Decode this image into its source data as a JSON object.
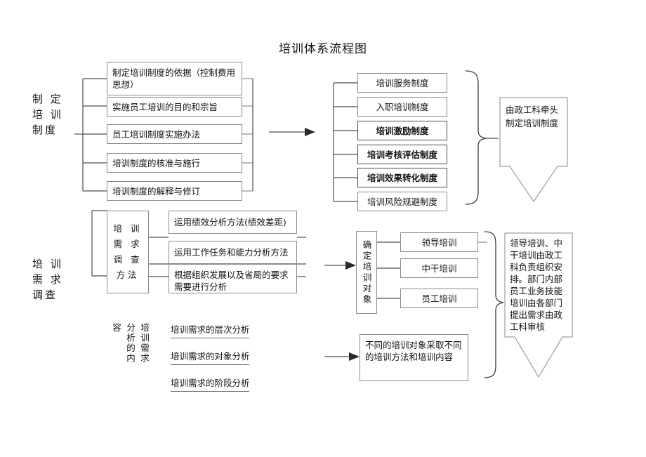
{
  "title": "培训体系流程图",
  "section_labels": {
    "institution": "制 定\n培 训\n制度",
    "needs": "培 训\n需 求\n调查"
  },
  "column1": {
    "items": [
      {
        "text": "制定培训制度的依据（控制费用思想）"
      },
      {
        "text": "实施员工培训的目的和宗旨"
      },
      {
        "text": "员工培训制度实施办法"
      },
      {
        "text": "培训制度的核准与施行"
      },
      {
        "text": "培训制度的解释与修订"
      }
    ]
  },
  "column2": {
    "items": [
      {
        "text": "培训服务制度",
        "bold": false
      },
      {
        "text": "入职培训制度",
        "bold": false
      },
      {
        "text": "培训激励制度",
        "bold": true
      },
      {
        "text": "培训考核评估制度",
        "bold": true
      },
      {
        "text": "培训效果转化制度",
        "bold": true
      },
      {
        "text": "培训风险规避制度",
        "bold": false
      }
    ]
  },
  "outcome_institution": "由政工科牵头制定培训制度",
  "needs_method": {
    "label": "培 训\n需 求\n调 查\n方法",
    "items": [
      {
        "text": "运用绩效分析方法(绩效差距)"
      },
      {
        "text": "运用工作任务和能力分析方法"
      },
      {
        "text": "根据组织发展以及省局的要求需要进行分析"
      }
    ]
  },
  "needs_content": {
    "vertical_label": "培训需求分析的内容",
    "items": [
      "培训需求的层次分析",
      "培训需求的对象分析",
      "培训需求的阶段分析"
    ]
  },
  "target": {
    "label": "确定培训对象",
    "items": [
      "领导培训",
      "中干培训",
      "员工培训"
    ]
  },
  "method_note": "不同的培训对象采取不同的培训方法和培训内容",
  "outcome_target": "领导培训、中干培训由政工科负责组织安排。部门内部员工业务技能培训由各部门提出需求由政工科审核",
  "colors": {
    "border": "#8a8a8a",
    "line": "#4d4d4d",
    "text": "#111111"
  }
}
